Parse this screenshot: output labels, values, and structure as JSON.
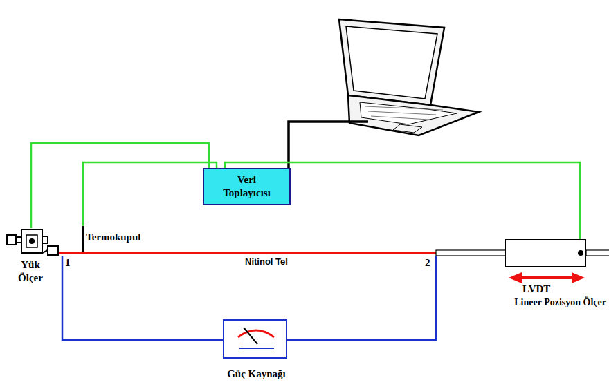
{
  "diagram": {
    "nodes": [
      {
        "text": [
          "Veri Toplayıcısı"
        ]
      },
      {
        "text": [
          "Yük Ölçer"
        ]
      },
      {
        "text": [
          "LVDT",
          "Lineer Pozisyon Ölçer"
        ]
      },
      {
        "text": [
          "Güç Kaynağı"
        ]
      }
    ],
    "edges": [
      {
        "from": 1,
        "to": 0,
        "arrow": "none"
      },
      {
        "from": 2,
        "to": 0,
        "arrow": "none"
      }
    ],
    "labels": [
      "Termokupul",
      "Nitinol Tel",
      "1",
      "2"
    ]
  }
}
